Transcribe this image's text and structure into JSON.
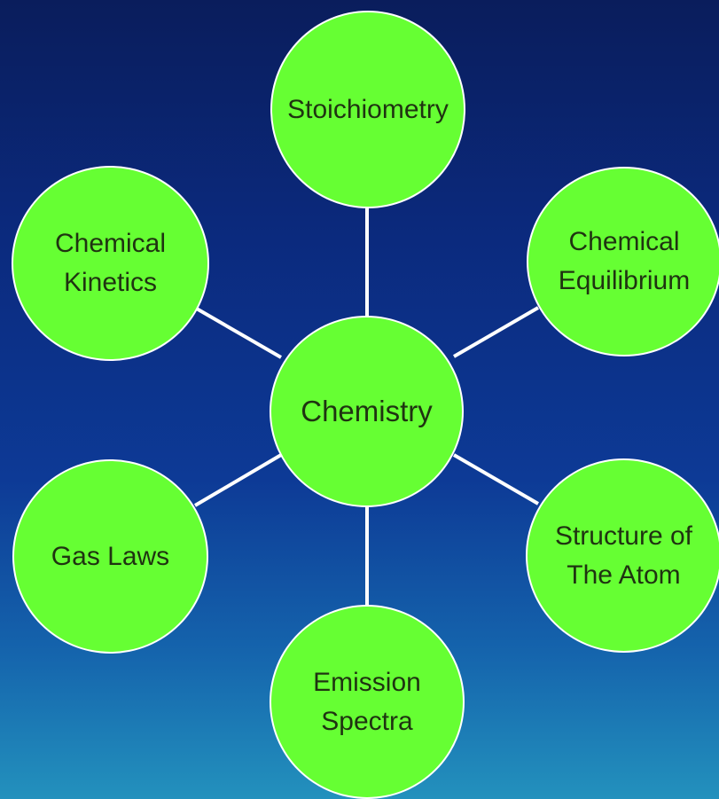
{
  "diagram": {
    "center": "Chemistry",
    "topics": {
      "top": "Stoichiometry",
      "upper_right": "Chemical\nEquilibrium",
      "upper_left": "Chemical\nKinetics",
      "lower_left": "Gas Laws",
      "lower_right": "Structure of\nThe Atom",
      "bottom": "Emission\nSpectra"
    }
  },
  "colors": {
    "node_fill": "#66ff33",
    "node_stroke": "#ffffff",
    "connector": "#ffffff",
    "text": "#1f3311"
  }
}
